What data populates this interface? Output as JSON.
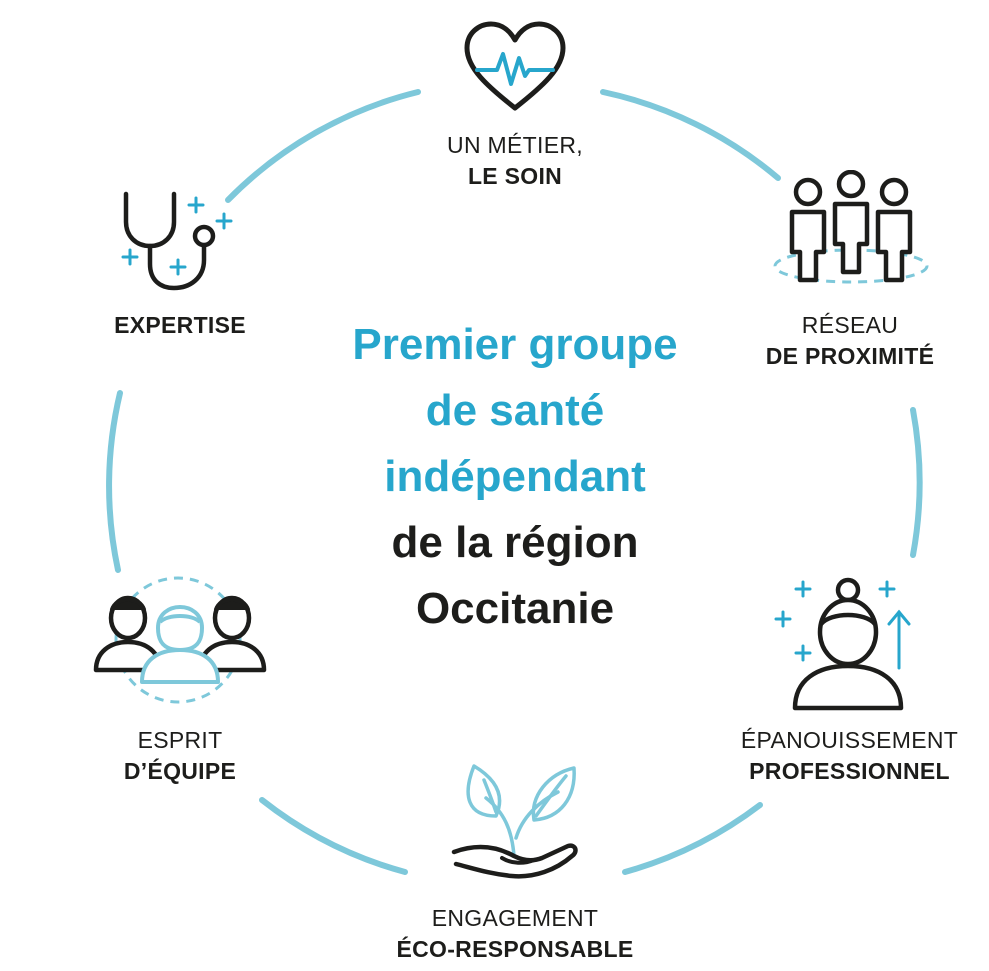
{
  "colors": {
    "accent": "#27a6cc",
    "ring": "#7ec8da",
    "text": "#1d1d1b"
  },
  "center": {
    "highlight": [
      "Premier groupe",
      "de santé",
      "indépendant"
    ],
    "dark": [
      "de la région",
      "Occitanie"
    ]
  },
  "values": [
    {
      "id": "metier",
      "icon": "heart-pulse-icon",
      "line1": "UN MÉTIER,",
      "line2": "LE SOIN"
    },
    {
      "id": "reseau",
      "icon": "people-group-icon",
      "line1": "RÉSEAU",
      "line2": "DE PROXIMITÉ"
    },
    {
      "id": "epanouissement",
      "icon": "person-growth-icon",
      "line1": "ÉPANOUISSEMENT",
      "line2": "PROFESSIONNEL"
    },
    {
      "id": "engagement",
      "icon": "plant-in-hand-icon",
      "line1": "ENGAGEMENT",
      "line2": "ÉCO-RESPONSABLE"
    },
    {
      "id": "esprit",
      "icon": "team-icon",
      "line1": "ESPRIT",
      "line2": "D’ÉQUIPE"
    },
    {
      "id": "expertise",
      "icon": "stethoscope-icon",
      "line1": "",
      "line2": "EXPERTISE"
    }
  ]
}
